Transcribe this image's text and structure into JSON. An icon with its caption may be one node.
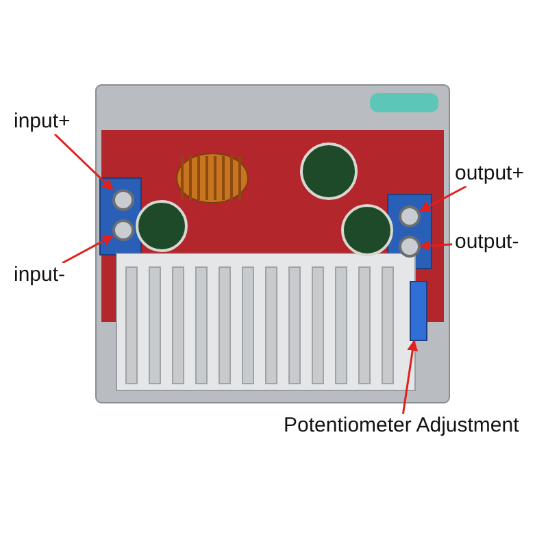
{
  "diagram": {
    "nodes": [
      {
        "text": [],
        "shape": "picture"
      },
      {
        "text": [
          "input+"
        ]
      },
      {
        "text": [],
        "shape": "circle",
        "in": 0
      },
      {
        "text": [
          "input-"
        ]
      },
      {
        "text": [],
        "shape": "circle",
        "in": 0
      },
      {
        "text": [
          "output+"
        ]
      },
      {
        "text": [],
        "shape": "circle",
        "in": 0
      },
      {
        "text": [
          "output-"
        ]
      },
      {
        "text": [],
        "shape": "circle",
        "in": 0
      },
      {
        "text": [
          "Potentiometer Adjustment"
        ]
      },
      {
        "text": [],
        "shape": "box",
        "in": 0
      }
    ],
    "edges": [
      {
        "from": 1,
        "to": 2,
        "arrow": "to"
      },
      {
        "from": 3,
        "to": 4,
        "arrow": "to"
      },
      {
        "from": 5,
        "to": 6,
        "arrow": "to"
      },
      {
        "from": 7,
        "to": 8,
        "arrow": "to"
      },
      {
        "from": 9,
        "to": 10,
        "arrow": "to"
      }
    ]
  }
}
